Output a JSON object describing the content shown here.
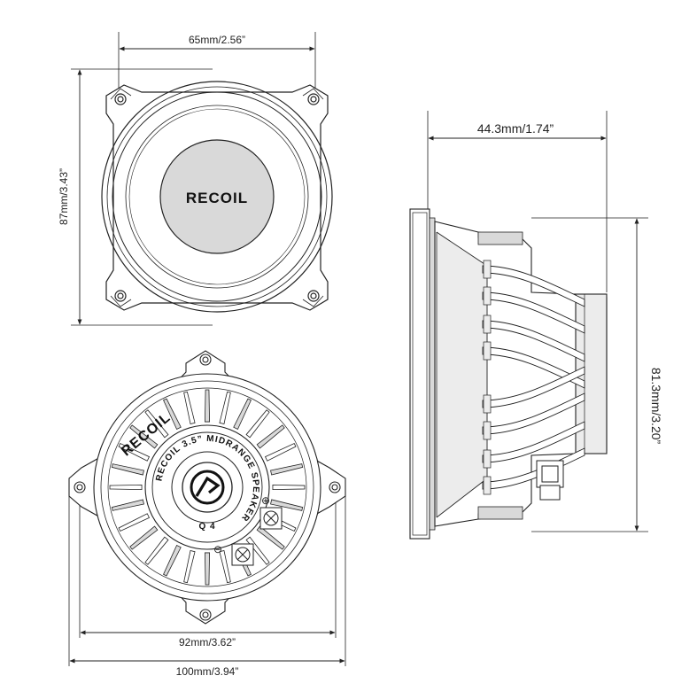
{
  "dimensions": {
    "top_width": "65mm/2.56”",
    "front_height": "87mm/3.43”",
    "depth": "44.3mm/1.74”",
    "side_height": "81.3mm/3.20”",
    "back_inner_width": "92mm/3.62”",
    "back_outer_width": "100mm/3.94”"
  },
  "labels": {
    "front_logo": "RECOIL",
    "back_logo": "RECOIL",
    "back_ring_text": "RECOIL 3.5” MIDRANGE SPEAKER",
    "back_model": "Q 4",
    "terminal_plus": "⊕",
    "terminal_minus": "⊖"
  },
  "colors": {
    "line": "#222222",
    "fill_gray": "#d9d9d9",
    "fill_light": "#ececec",
    "fill_dark": "#1a1a1a"
  }
}
